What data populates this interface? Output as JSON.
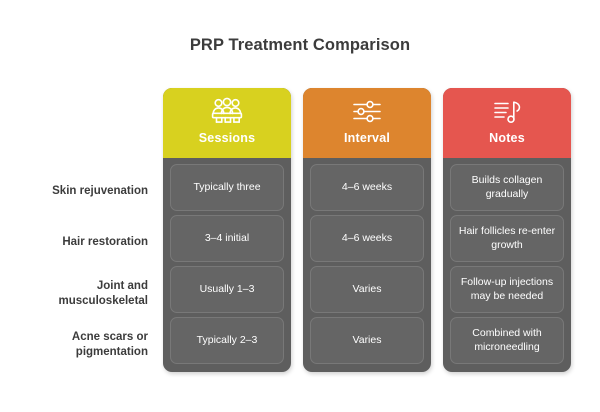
{
  "title": "PRP Treatment Comparison",
  "colors": {
    "sessions_header": "#d8d11f",
    "interval_header": "#dd852e",
    "notes_header": "#e5564f",
    "card_body": "#5e5e5e",
    "cell_fill": "#656565",
    "cell_border": "#787878",
    "title_text": "#3c3c3c",
    "row_label_text": "#3c3c3c",
    "cell_text": "#ffffff",
    "page_background": "#ffffff"
  },
  "row_labels": [
    "Skin rejuvenation",
    "Hair restoration",
    "Joint and musculoskeletal",
    "Acne scars or pigmentation"
  ],
  "columns": [
    {
      "label": "Sessions",
      "icon": "group-of-people-icon",
      "header_color": "#d8d11f",
      "cells": [
        "Typically three",
        "3–4 initial",
        "Usually 1–3",
        "Typically 2–3"
      ]
    },
    {
      "label": "Interval",
      "icon": "sliders-icon",
      "header_color": "#dd852e",
      "cells": [
        "4–6 weeks",
        "4–6 weeks",
        "Varies",
        "Varies"
      ]
    },
    {
      "label": "Notes",
      "icon": "music-note-lines-icon",
      "header_color": "#e5564f",
      "cells": [
        "Builds collagen gradually",
        "Hair follicles re-enter growth",
        "Follow-up injections may be needed",
        "Combined with microneedling"
      ]
    }
  ]
}
